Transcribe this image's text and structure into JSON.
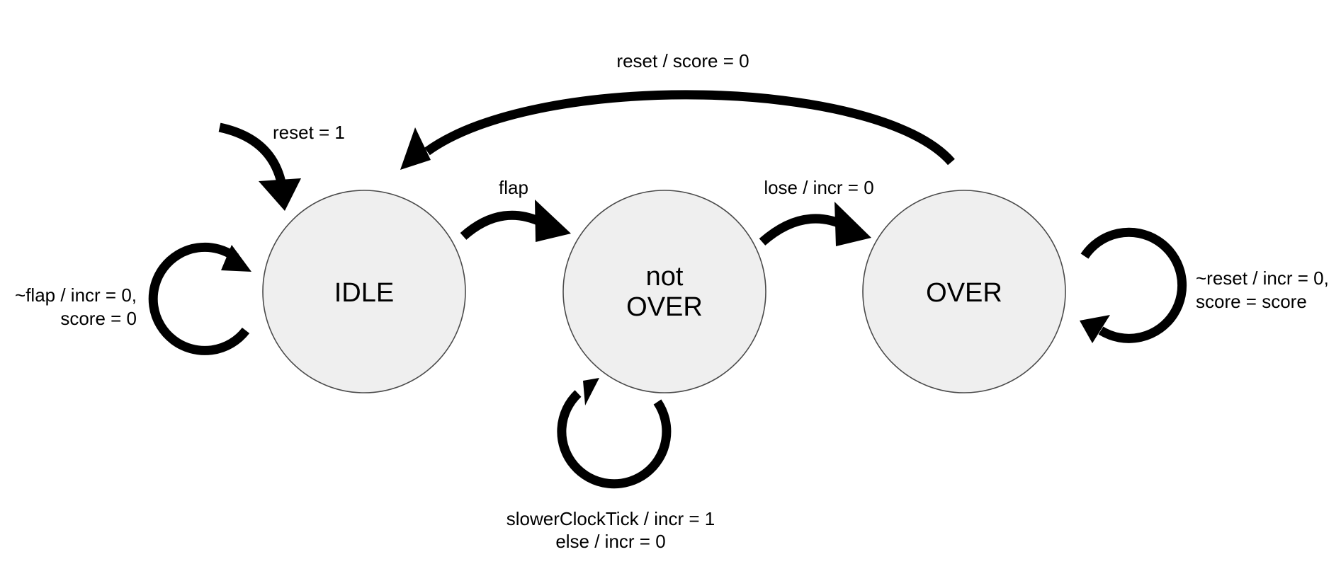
{
  "diagram": {
    "states": {
      "idle": {
        "label": "IDLE"
      },
      "not_over": {
        "line1": "not",
        "line2": "OVER"
      },
      "over": {
        "label": "OVER"
      }
    },
    "transitions": {
      "initial_reset": {
        "label": "reset = 1"
      },
      "idle_to_not_over": {
        "label": "flap"
      },
      "not_over_to_over": {
        "label": "lose / incr = 0"
      },
      "over_to_idle": {
        "label": "reset / score = 0"
      },
      "idle_self": {
        "line1": "~flap / incr = 0,",
        "line2": "score = 0"
      },
      "not_over_self": {
        "line1": "slowerClockTick / incr = 1",
        "line2": "else / incr = 0"
      },
      "over_self": {
        "line1": "~reset / incr = 0,",
        "line2": "score = score"
      }
    },
    "colors": {
      "state_fill": "#efefef",
      "state_stroke": "#4a4a4a",
      "arrow": "#000000",
      "text": "#000000"
    }
  }
}
